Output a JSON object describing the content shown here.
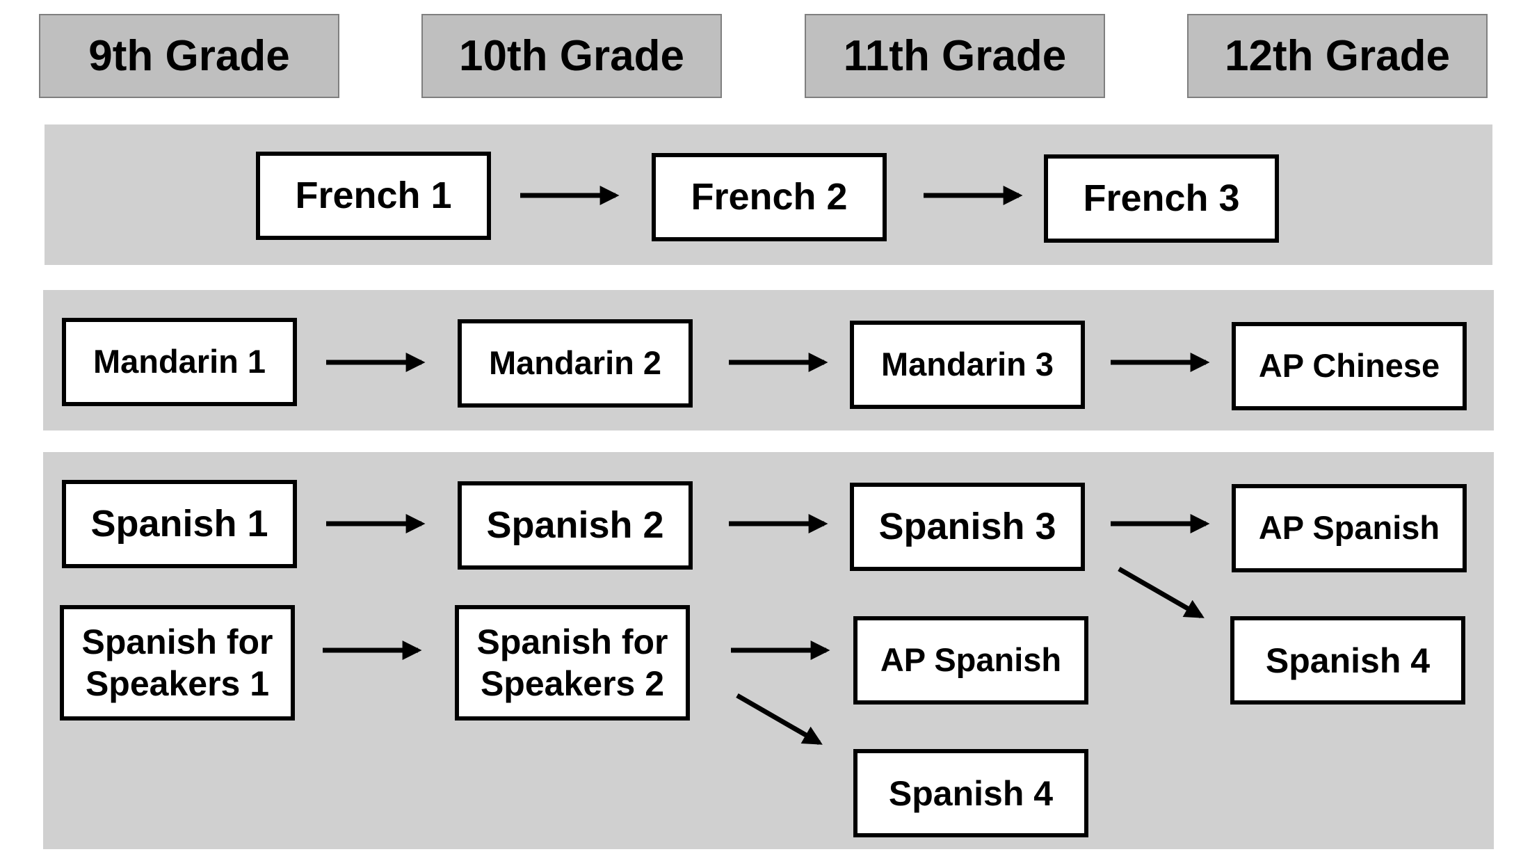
{
  "grades": {
    "g9": "9th Grade",
    "g10": "10th Grade",
    "g11": "11th Grade",
    "g12": "12th Grade"
  },
  "french": {
    "c1": "French 1",
    "c2": "French 2",
    "c3": "French 3"
  },
  "mandarin": {
    "c1": "Mandarin 1",
    "c2": "Mandarin 2",
    "c3": "Mandarin 3",
    "c4": "AP Chinese"
  },
  "spanish": {
    "c1": "Spanish 1",
    "c2": "Spanish 2",
    "c3": "Spanish 3",
    "ap_from_3": "AP Spanish",
    "s4_from_3": "Spanish 4"
  },
  "speakers": {
    "c1_line1": "Spanish for",
    "c1_line2": "Speakers 1",
    "c2_line1": "Spanish for",
    "c2_line2": "Speakers 2",
    "ap": "AP Spanish",
    "s4": "Spanish 4"
  },
  "colors": {
    "header_fill": "#bfbfbf",
    "band_fill": "#d0d0d0",
    "box_fill": "#ffffff",
    "stroke": "#000000"
  }
}
